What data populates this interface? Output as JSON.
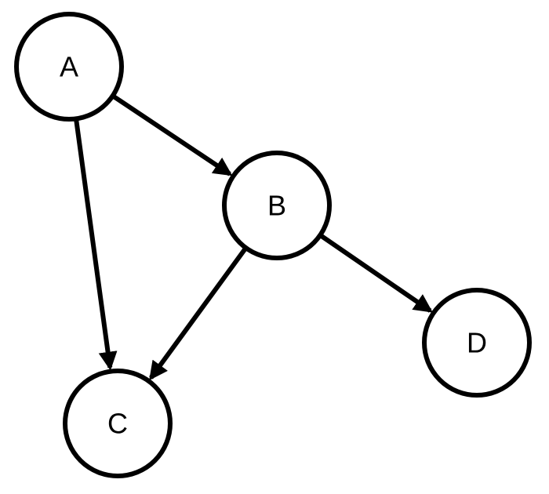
{
  "diagram": {
    "type": "directed-graph",
    "nodes": [
      {
        "id": "A",
        "label": "A"
      },
      {
        "id": "B",
        "label": "B"
      },
      {
        "id": "C",
        "label": "C"
      },
      {
        "id": "D",
        "label": "D"
      }
    ],
    "edges": [
      {
        "from": "A",
        "to": "B"
      },
      {
        "from": "A",
        "to": "C"
      },
      {
        "from": "B",
        "to": "C"
      },
      {
        "from": "B",
        "to": "D"
      }
    ],
    "colors": {
      "stroke": "#000000",
      "fill": "#ffffff",
      "background": "#ffffff"
    }
  }
}
